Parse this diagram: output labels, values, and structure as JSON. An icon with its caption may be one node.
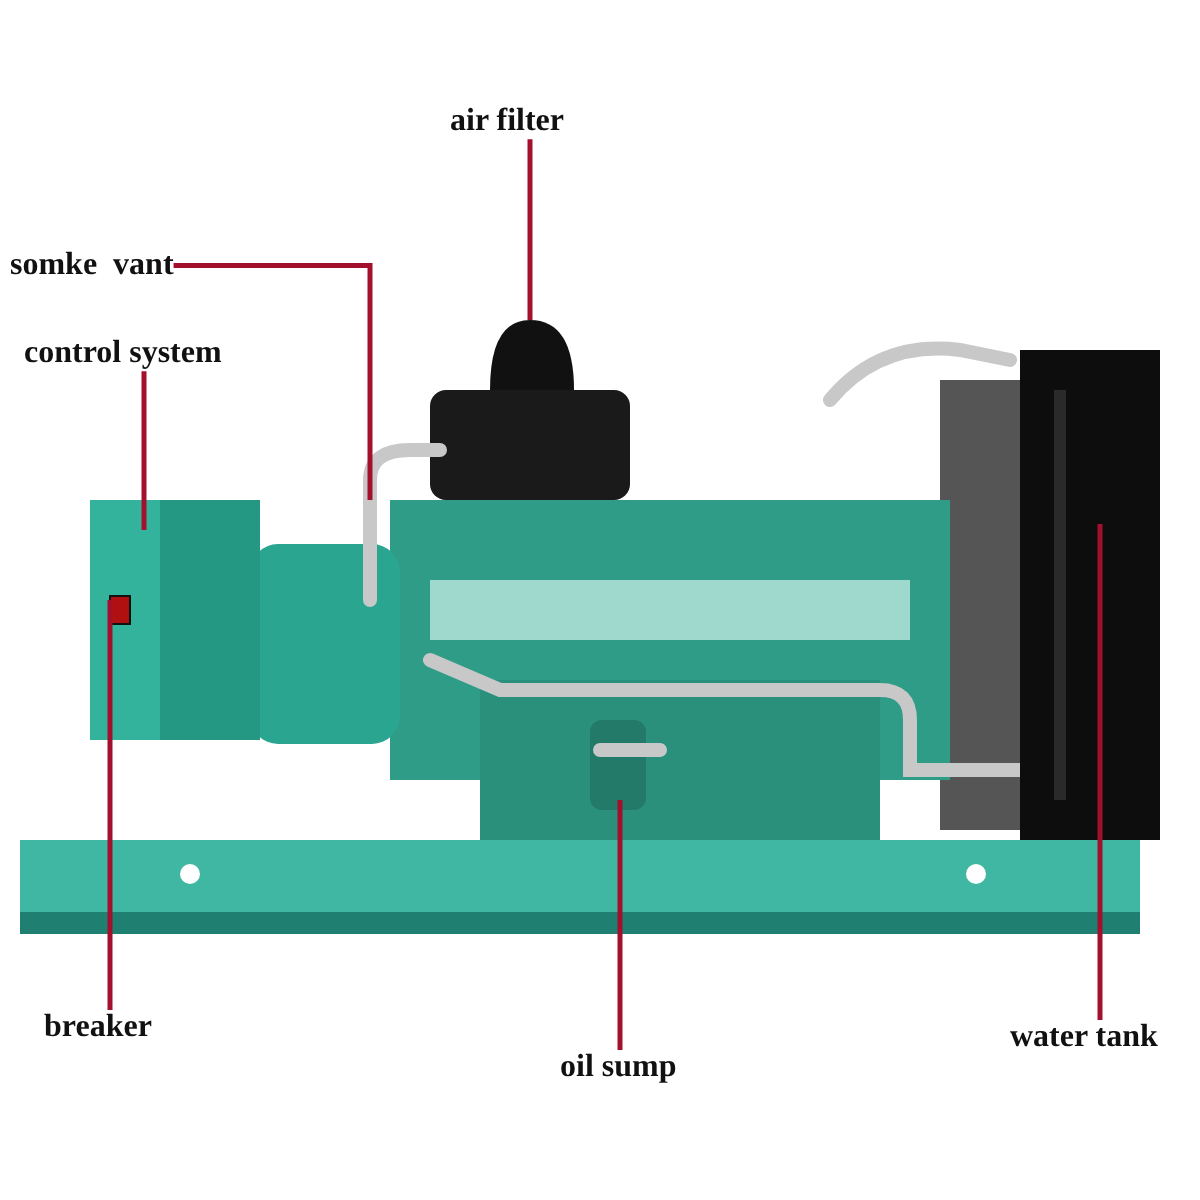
{
  "diagram": {
    "nodes": [
      {
        "text": [
          "air filter"
        ]
      },
      {
        "text": [
          "somke  vant"
        ]
      },
      {
        "text": [
          "control system"
        ]
      },
      {
        "text": [
          "breaker"
        ]
      },
      {
        "text": [
          "oil sump"
        ]
      },
      {
        "text": [
          "water tank"
        ]
      }
    ],
    "edges": [
      {
        "from": 0,
        "to": null,
        "arrow": "none"
      },
      {
        "from": 1,
        "to": null,
        "arrow": "none"
      },
      {
        "from": 2,
        "to": null,
        "arrow": "none"
      },
      {
        "from": 3,
        "to": null,
        "arrow": "none"
      },
      {
        "from": 4,
        "to": null,
        "arrow": "none"
      },
      {
        "from": 5,
        "to": null,
        "arrow": "none"
      }
    ]
  }
}
